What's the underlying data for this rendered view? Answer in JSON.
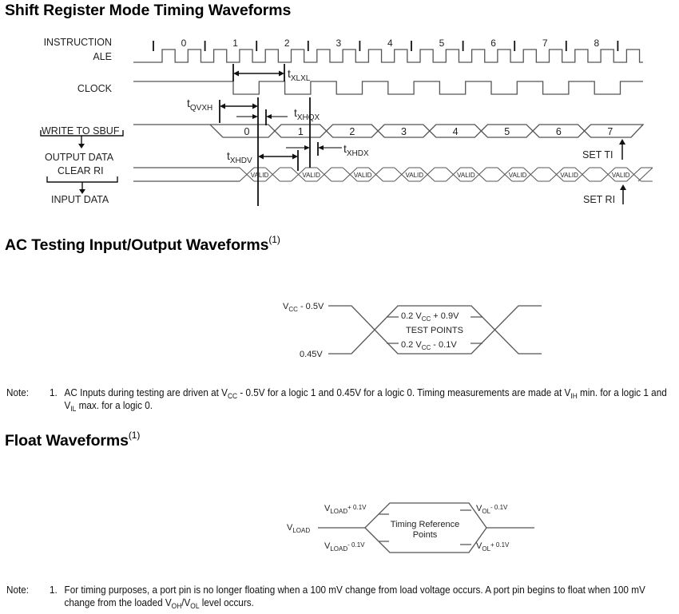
{
  "sections": {
    "shift_register": {
      "title": "Shift Register Mode Timing Waveforms",
      "signals": {
        "instruction": "INSTRUCTION",
        "ale": "ALE",
        "clock": "CLOCK",
        "write_to_sbuf": "WRITE TO SBUF",
        "output_data": "OUTPUT DATA",
        "clear_ri": "CLEAR RI",
        "input_data": "INPUT DATA"
      },
      "instruction_numbers": [
        "0",
        "1",
        "2",
        "3",
        "4",
        "5",
        "6",
        "7",
        "8"
      ],
      "output_bits": [
        "0",
        "1",
        "2",
        "3",
        "4",
        "5",
        "6",
        "7"
      ],
      "valid_label": "VALID",
      "valid_count": 8,
      "timing_params": {
        "t_xlxl": {
          "main": "t",
          "sub": "XLXL"
        },
        "t_qvxh": {
          "main": "t",
          "sub": "QVXH"
        },
        "t_xhqx": {
          "main": "t",
          "sub": "XHQX"
        },
        "t_xhdv": {
          "main": "t",
          "sub": "XHDV"
        },
        "t_xhdx": {
          "main": "t",
          "sub": "XHDX"
        }
      },
      "set_ti": "SET TI",
      "set_ri": "SET RI"
    },
    "ac_testing": {
      "title": "AC Testing Input/Output Waveforms",
      "footnote_ref": "(1)",
      "levels": {
        "high": {
          "pre": "V",
          "sub": "CC",
          "post": " - 0.5V"
        },
        "low": "0.45V"
      },
      "test_upper": {
        "pre": "0.2  V",
        "sub": "CC",
        "post": " + 0.9V"
      },
      "test_lower": {
        "pre": "0.2  V",
        "sub": "CC",
        "post": " - 0.1V"
      },
      "center_label": "TEST  POINTS",
      "note": {
        "tag": "Note:",
        "number": "1.",
        "parts": [
          "AC Inputs during testing are driven at V",
          "CC",
          " - 0.5V for a logic 1 and 0.45V for a logic 0. Timing measurements are made at V",
          "IH",
          " min. for a logic 1 and V",
          "IL",
          " max. for a logic 0."
        ]
      }
    },
    "float": {
      "title": "Float Waveforms",
      "footnote_ref": "(1)",
      "v_load": {
        "pre": "V",
        "sub": "LOAD"
      },
      "load_plus": {
        "pre": "V",
        "sub": "LOAD",
        "post": "+ 0.1V"
      },
      "load_minus": {
        "pre": "V",
        "sub": "LOAD",
        "post": "- 0.1V"
      },
      "vol_minus": {
        "pre": "V",
        "sub": "OL",
        "post": "- 0.1V"
      },
      "vol_plus": {
        "pre": "V",
        "sub": "OL",
        "post": "+ 0.1V"
      },
      "center_line1": "Timing  Reference",
      "center_line2": "Points",
      "note": {
        "tag": "Note:",
        "number": "1.",
        "parts": [
          "For timing purposes, a port pin is no longer floating when a 100 mV change from load voltage occurs. A port pin begins to float when 100 mV change from the loaded V",
          "OH",
          "/V",
          "OL",
          " level occurs."
        ]
      }
    }
  }
}
